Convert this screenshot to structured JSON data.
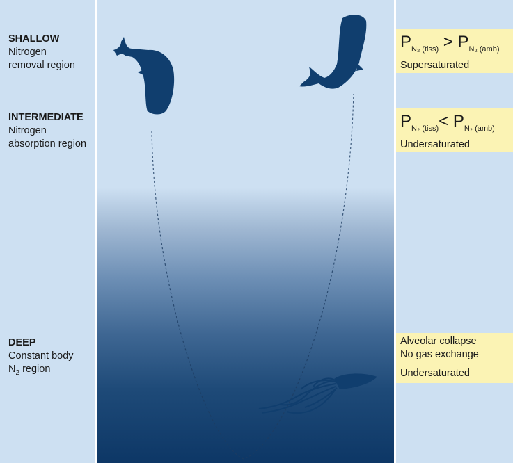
{
  "zones": {
    "shallow": {
      "title": "SHALLOW",
      "line1": "Nitrogen",
      "line2": "removal region"
    },
    "intermediate": {
      "title": "INTERMEDIATE",
      "line1": "Nitrogen",
      "line2": "absorption region"
    },
    "deep": {
      "title": "DEEP",
      "line1": "Constant body",
      "line2_prefix": "N",
      "line2_sub": "2",
      "line2_suffix": " region"
    }
  },
  "states": {
    "shallow": {
      "P": "P",
      "sub_tiss": "N₂ (tiss)",
      "op": " > ",
      "sub_amb": "N₂ (amb)",
      "status": "Supersaturated"
    },
    "intermediate": {
      "P": "P",
      "sub_tiss": "N₂ (tiss)",
      "op": "< ",
      "sub_amb": "N₂ (amb)",
      "status": "Undersaturated"
    },
    "deep": {
      "line1": "Alveolar collapse",
      "line2": "No gas exchange",
      "status": "Undersaturated"
    }
  },
  "colors": {
    "background": "#cde0f2",
    "ocean_deep": "#0d3766",
    "animal": "#103e6e",
    "highlight_box": "#fbf3b4",
    "divider": "#ffffff"
  },
  "icons": [
    "whale-icon",
    "squid-icon"
  ]
}
